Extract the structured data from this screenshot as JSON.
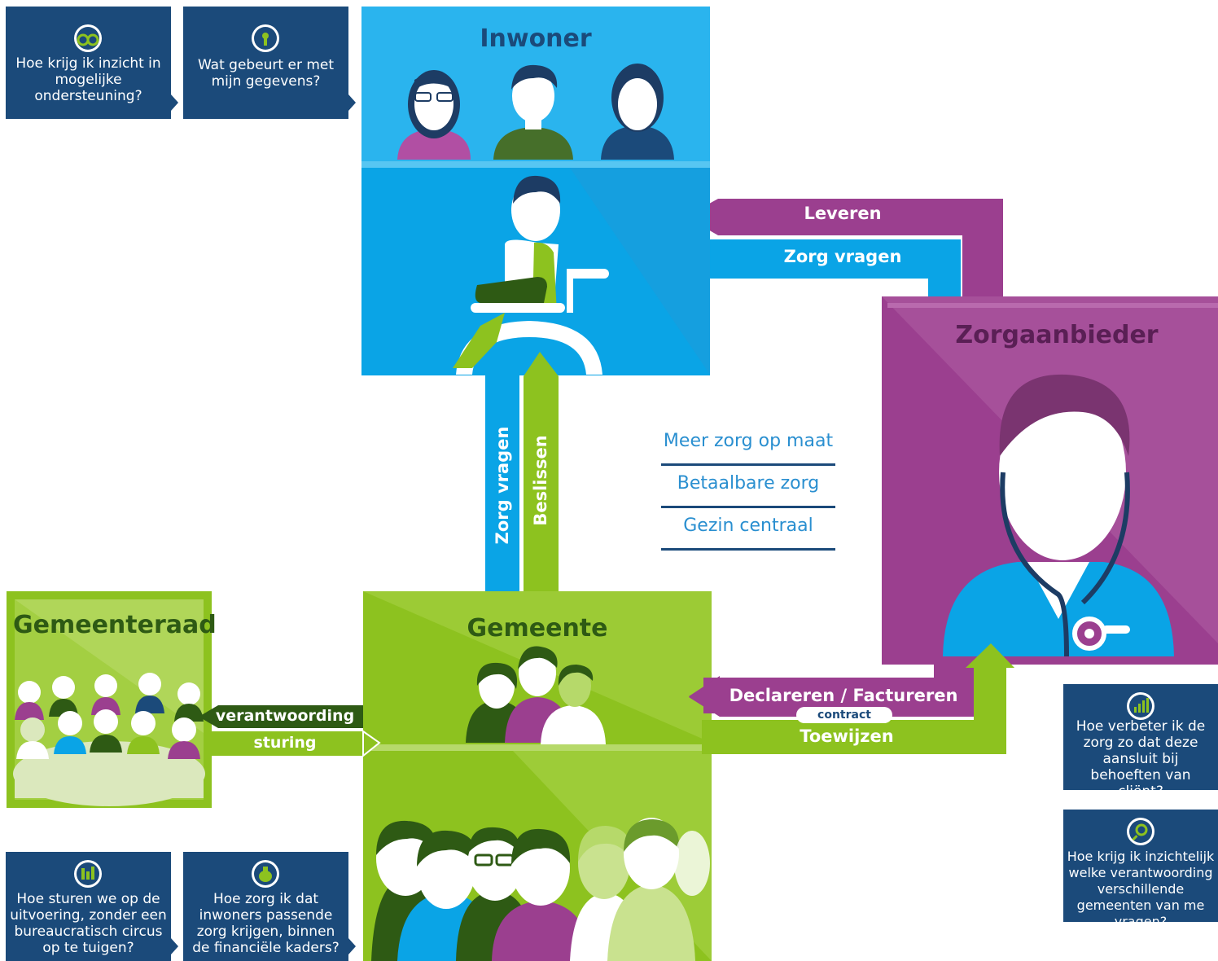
{
  "questions": {
    "q1": "Hoe krijg ik inzicht in mogelijke ondersteuning?",
    "q2": "Wat gebeurt er met mijn gegevens?",
    "q3": "Hoe sturen we op de uitvoering, zonder een bureaucratisch circus op te tuigen?",
    "q4": "Hoe zorg ik dat inwoners passende zorg krijgen, binnen de financiële kaders?",
    "q5": "Hoe verbeter ik de zorg zo dat deze aansluit bij behoeften van cliënt?",
    "q6": "Hoe krijg ik inzichtelijk welke verantwoording verschillende gemeenten van me vragen?"
  },
  "boxes": {
    "inwoner": "Inwoner",
    "zorgaanbieder": "Zorgaanbieder",
    "gemeente": "Gemeente",
    "gemeenteraad": "Gemeenteraad"
  },
  "arrows": {
    "leveren": "Leveren",
    "zorg_vragen_top": "Zorg vragen",
    "zorg_vragen_vertical": "Zorg vragen",
    "beslissen": "Beslissen",
    "declareren": "Declareren / Factureren",
    "contract": "contract",
    "toewijzen": "Toewijzen",
    "verantwoording": "verantwoording",
    "sturing": "sturing"
  },
  "themes": [
    "Meer zorg op maat",
    "Betaalbare zorg",
    "Gezin centraal"
  ],
  "colors": {
    "navy": "#1b4a7a",
    "blue": "#0aa4e6",
    "purple": "#9b3f8f",
    "green": "#8dc21f",
    "dark_green": "#2e5a14"
  }
}
